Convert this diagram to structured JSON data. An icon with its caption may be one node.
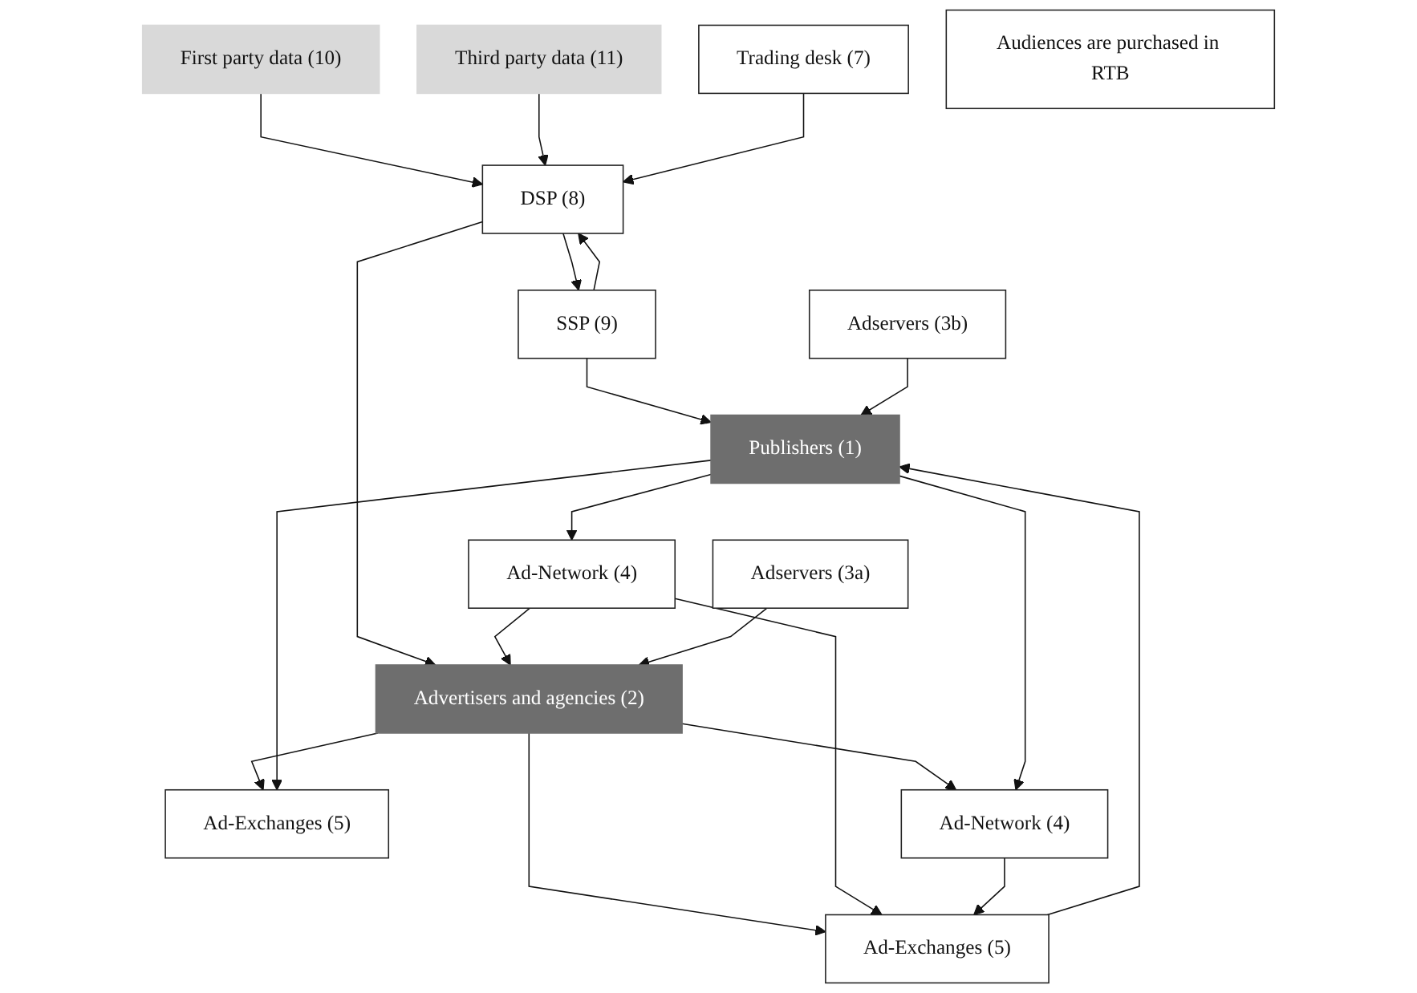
{
  "diagram": {
    "nodes": [
      {
        "text": [
          "First party data (10)"
        ]
      },
      {
        "text": [
          "Third party data (11)"
        ]
      },
      {
        "text": [
          "Trading desk (7)"
        ]
      },
      {
        "text": [
          "DSP (8)"
        ]
      },
      {
        "text": [
          "SSP (9)"
        ]
      },
      {
        "text": [
          "Ad-Exchanges (5)"
        ]
      },
      {
        "text": [
          "Advertisers and agencies (2)"
        ]
      },
      {
        "text": [
          "Ad-Exchanges (5)"
        ]
      },
      {
        "text": [
          "Publishers (1)"
        ]
      },
      {
        "text": [
          "Ad-Network (4)"
        ]
      },
      {
        "text": [
          "Ad-Network (4)"
        ]
      },
      {
        "text": [
          "Adservers (3a)"
        ]
      },
      {
        "text": [
          "Adservers (3b)"
        ]
      },
      {
        "text": [
          "Audiences are purchased in RTB"
        ]
      }
    ],
    "edges": [
      {
        "from": 0,
        "to": 3,
        "arrow": "to"
      },
      {
        "from": 1,
        "to": 3,
        "arrow": "to"
      },
      {
        "from": 2,
        "to": 3,
        "arrow": "to"
      },
      {
        "from": 3,
        "to": 4,
        "arrow": "to"
      },
      {
        "from": 4,
        "to": 3,
        "arrow": "to"
      },
      {
        "from": 3,
        "to": 6,
        "arrow": "to"
      },
      {
        "from": 4,
        "to": 8,
        "arrow": "to"
      },
      {
        "from": 6,
        "to": 5,
        "arrow": "to"
      },
      {
        "from": 5,
        "to": 8,
        "arrow": "to"
      },
      {
        "from": 6,
        "to": 7,
        "arrow": "to"
      },
      {
        "from": 8,
        "to": 7,
        "arrow": "to"
      },
      {
        "from": 9,
        "to": 6,
        "arrow": "to"
      },
      {
        "from": 6,
        "to": 10,
        "arrow": "to"
      },
      {
        "from": 8,
        "to": 9,
        "arrow": "to"
      },
      {
        "from": 8,
        "to": 10,
        "arrow": "to"
      },
      {
        "from": 9,
        "to": 5,
        "arrow": "to"
      },
      {
        "from": 10,
        "to": 5,
        "arrow": "to"
      },
      {
        "from": 11,
        "to": 6,
        "arrow": "to"
      },
      {
        "from": 12,
        "to": 8,
        "arrow": "to"
      }
    ]
  }
}
